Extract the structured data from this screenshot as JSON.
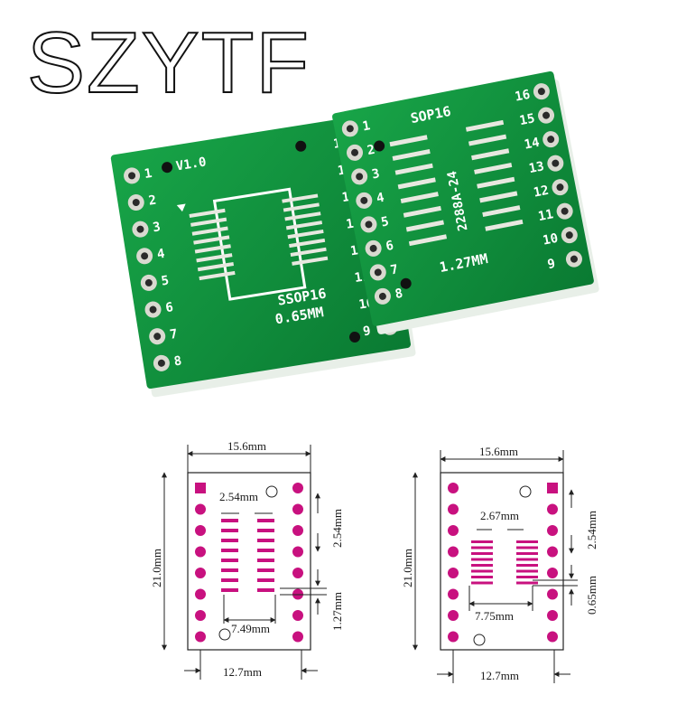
{
  "brand": "SZYTF",
  "photo": {
    "left_board": {
      "pins_left": [
        "1",
        "2",
        "3",
        "4",
        "5",
        "6",
        "7",
        "8"
      ],
      "pins_right": [
        "16",
        "15",
        "14",
        "13",
        "12",
        "11",
        "10",
        "9"
      ],
      "version": "V1.0",
      "package": "SSOP16",
      "pitch": "0.65MM"
    },
    "right_board": {
      "pins_left": [
        "1",
        "2",
        "3",
        "4",
        "5",
        "6",
        "7",
        "8"
      ],
      "pins_right": [
        "16",
        "15",
        "14",
        "13",
        "12",
        "11",
        "10",
        "9"
      ],
      "package": "SOP16",
      "part": "2288A-24",
      "pitch": "1.27MM"
    }
  },
  "diagrams": {
    "left": {
      "width": "15.6mm",
      "height": "21.0mm",
      "row_spacing": "2.54mm",
      "pin_spacing_vertical": "2.54mm",
      "pad_pitch": "1.27mm",
      "pad_span": "7.49mm",
      "bottom_width": "12.7mm"
    },
    "right": {
      "width": "15.6mm",
      "height": "21.0mm",
      "row_spacing": "2.67mm",
      "pin_spacing_vertical": "2.54mm",
      "pad_pitch": "0.65mm",
      "pad_span": "7.75mm",
      "bottom_width": "12.7mm"
    }
  },
  "colors": {
    "pcb_green": "#0f8a3a",
    "pad_magenta": "#c8117f",
    "silk": "#ffffff"
  }
}
